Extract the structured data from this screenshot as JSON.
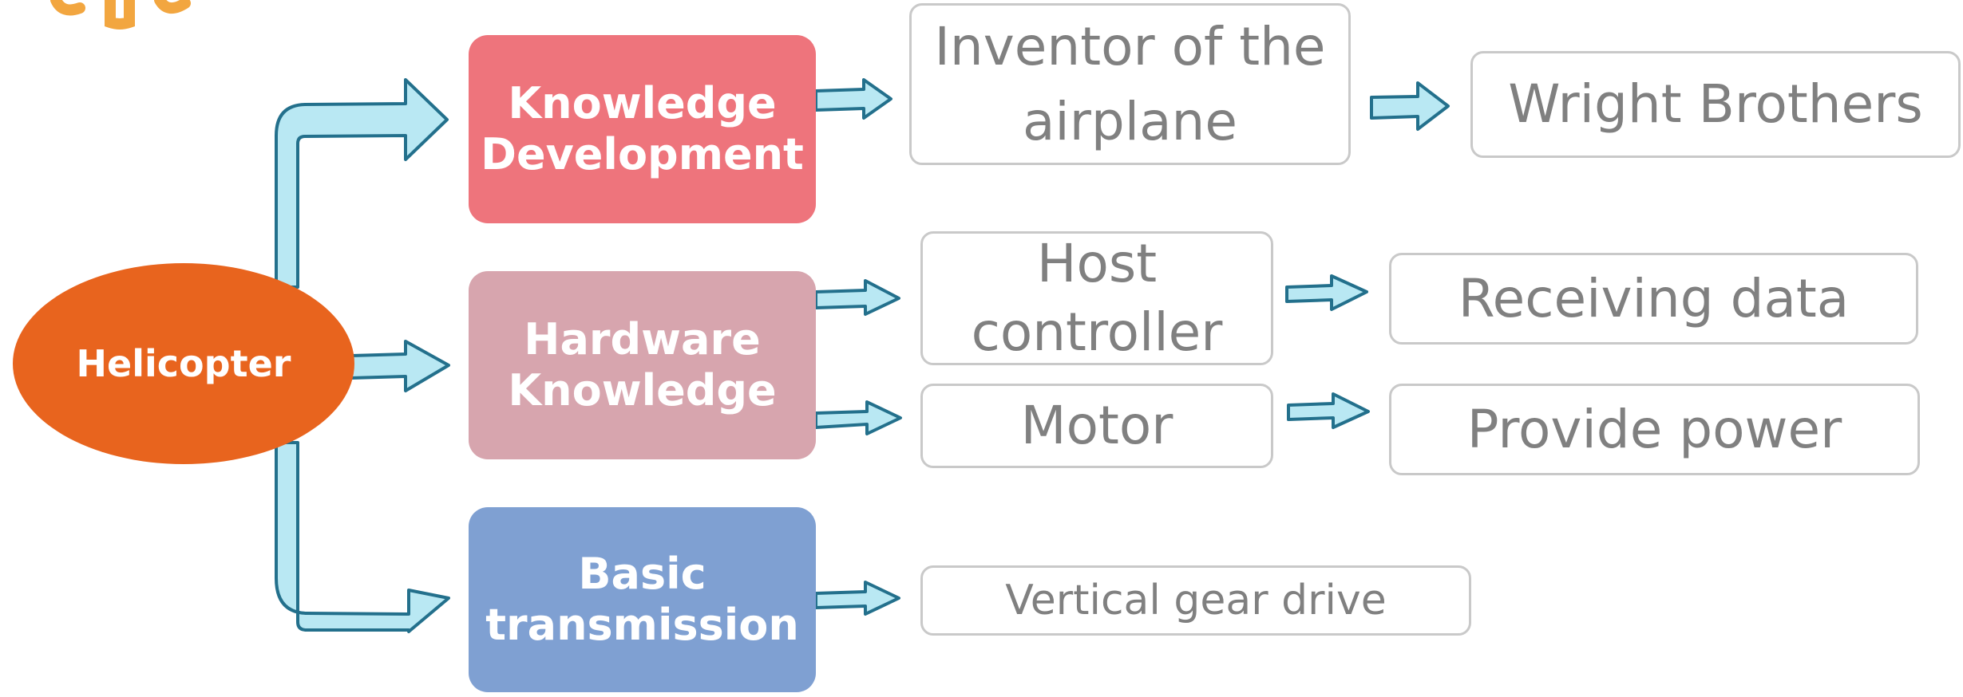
{
  "root": {
    "label": "Helicopter",
    "color": "#e8641e"
  },
  "categories": [
    {
      "id": "knowledge",
      "label": "Knowledge Development",
      "line1": "Knowledge",
      "line2": "Development",
      "color": "#ee747c"
    },
    {
      "id": "hardware",
      "label": "Hardware Knowledge",
      "line1": "Hardware",
      "line2": "Knowledge",
      "color": "#d7a5ae"
    },
    {
      "id": "transmission",
      "label": "Basic transmission",
      "line1": "Basic",
      "line2": "transmission",
      "color": "#7fa0d2"
    }
  ],
  "details": {
    "inventor": {
      "line1": "Inventor of the",
      "line2": "airplane"
    },
    "wright": "Wright Brothers",
    "host": {
      "line1": "Host",
      "line2": "controller"
    },
    "receiving": "Receiving data",
    "motor": "Motor",
    "power": "Provide power",
    "gear": "Vertical gear drive"
  },
  "colors": {
    "arrow_fill": "#b9e8f3",
    "arrow_stroke": "#23708c",
    "box_border": "#c9c9c9",
    "box_text": "#808080",
    "logo": "#f2a640"
  }
}
